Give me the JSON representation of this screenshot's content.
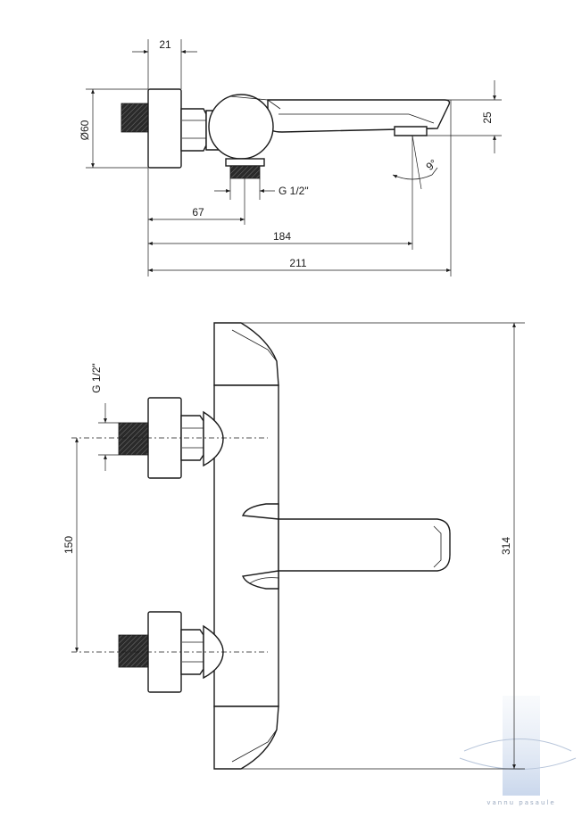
{
  "top_view": {
    "dim_width_top": "21",
    "dim_diameter": "Ø60",
    "dim_height_right": "25",
    "dim_angle": "9°",
    "dim_thread": "G 1/2\"",
    "dim_67": "67",
    "dim_184": "184",
    "dim_211": "211"
  },
  "front_view": {
    "dim_thread": "G 1/2\"",
    "dim_150": "150",
    "dim_314": "314"
  },
  "watermark": {
    "text": "vannu pasaule"
  },
  "colors": {
    "line": "#1a1a1a",
    "thread_fill": "#2a2a2a",
    "watermark_bar": "#c9d6ea"
  }
}
